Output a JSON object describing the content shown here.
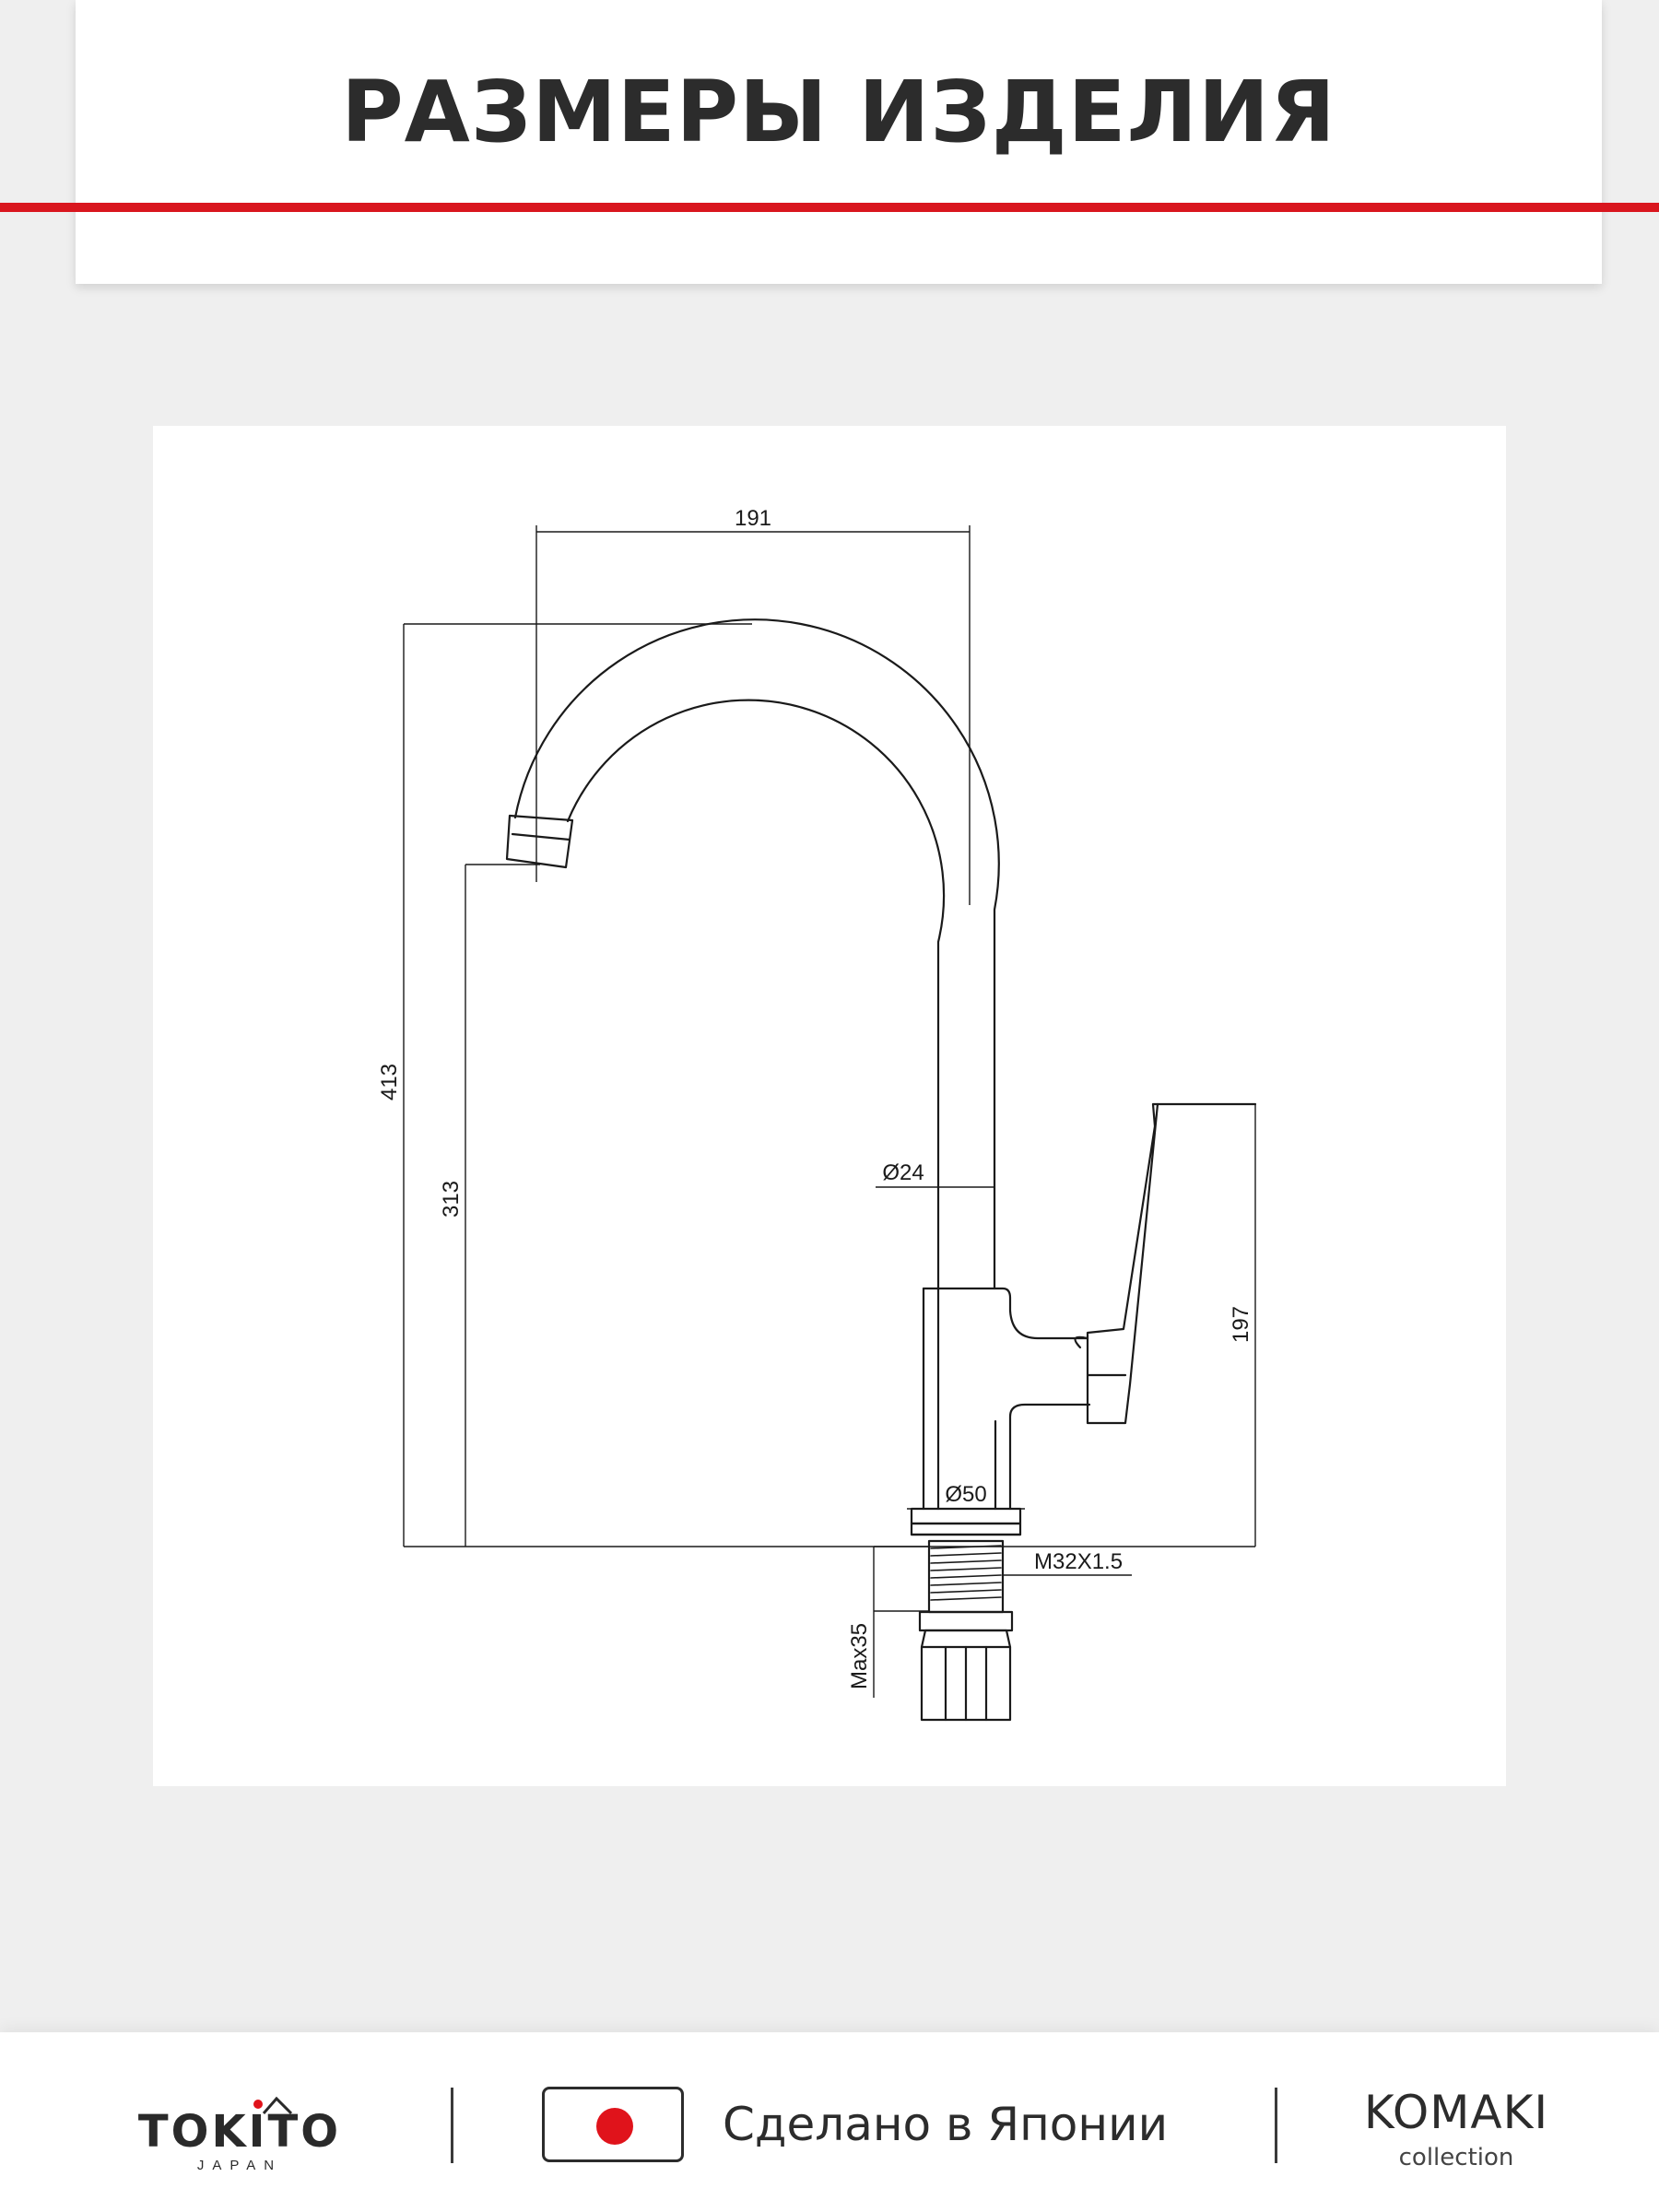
{
  "header": {
    "title": "РАЗМЕРЫ ИЗДЕЛИЯ"
  },
  "colors": {
    "accent": "#d9161e",
    "background": "#efefef",
    "text": "#2c2c2c"
  },
  "drawing": {
    "dimensions": {
      "spout_reach": "191",
      "total_height": "413",
      "spout_height": "313",
      "handle_height": "197",
      "tube_diameter": "Ø24",
      "base_diameter": "Ø50",
      "thread": "M32X1.5",
      "max_mount": "Max35"
    }
  },
  "footer": {
    "brand": {
      "name": "TOKITO",
      "sub": "JAPAN",
      "icon": "roof-logo-icon"
    },
    "flag": {
      "icon": "japan-flag-icon"
    },
    "origin": "Сделано в Японии",
    "collection": {
      "name": "KOMAKI",
      "sub": "collection"
    }
  }
}
